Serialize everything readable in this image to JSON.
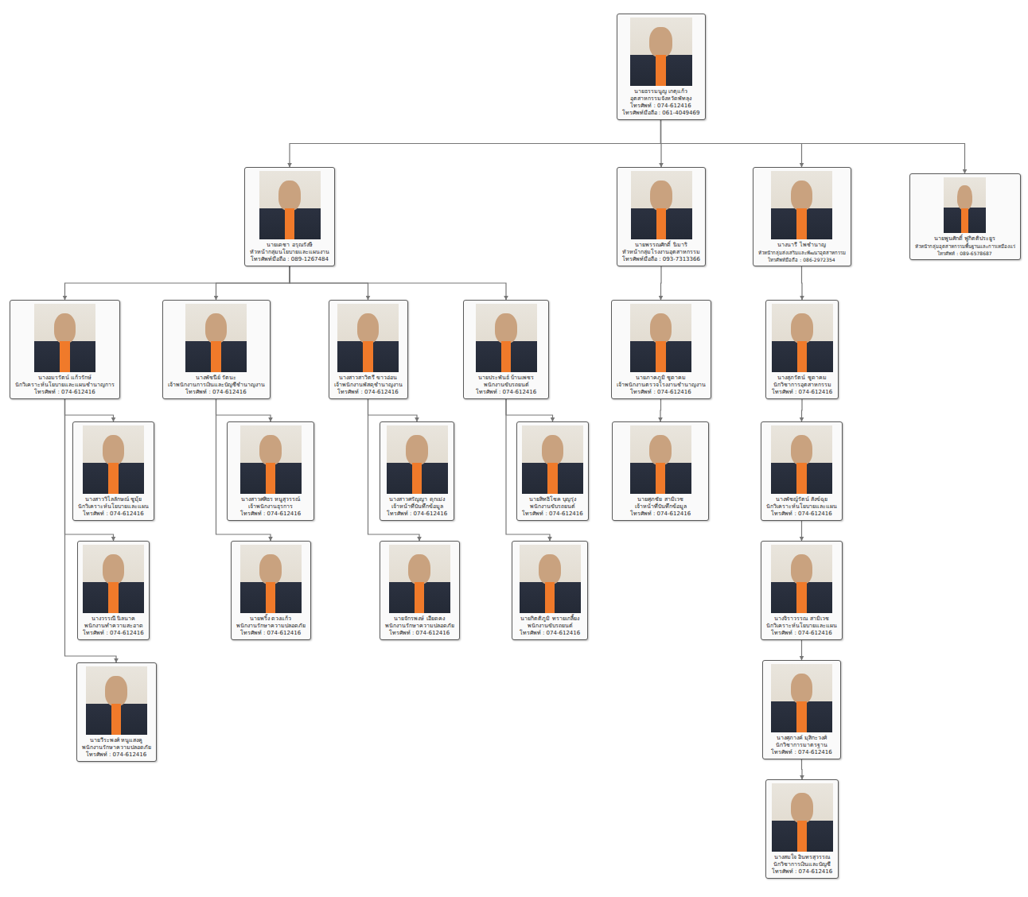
{
  "diagram": {
    "nodes": [
      {
        "text": [
          "นายธรรมนูญ เกตุแก้ว",
          "อุตสาหกรรมจังหวัดพัทลุง",
          "โทรศัพท์ : 074-612416",
          "โทรศัพท์มือถือ : 061-4049469"
        ]
      },
      {
        "text": [
          "นายเดชา อรุณรังษี",
          "หัวหน้ากลุ่มนโยบายและแผนงาน",
          "โทรศัพท์มือถือ : 089-1267484"
        ]
      },
      {
        "text": [
          "นายพรรณศักดิ์ นิมาริ",
          "หัวหน้ากลุ่มโรงงานอุตสาหกรรม",
          "โทรศัพท์มือถือ : 093-7313366"
        ]
      },
      {
        "text": [
          "นางนารี ไพชำนาญ",
          "หัวหน้ากลุ่มส่งเสริมและพัฒนาอุตสาหกรรม",
          "โทรศัพท์มือถือ : 086-2972354"
        ]
      },
      {
        "text": [
          "นายพูนศักดิ์ ฟูกิตติประยูร",
          "หัวหน้ากลุ่มอุตสาหกรรมพื้นฐานและการเหมืองแร่",
          "โทรศัพท์ : 089-6578687"
        ]
      },
      {
        "text": [
          "นางอมรรัตน์ แก้วรักษ์",
          "นักวิเคราะห์นโยบายและแผนชำนาญการ",
          "โทรศัพท์ : 074-612416"
        ]
      },
      {
        "text": [
          "นางสาววิไลลักษณ์ ชูมุ้ย",
          "นักวิเคราะห์นโยบายและแผน",
          "โทรศัพท์ : 074-612416"
        ]
      },
      {
        "text": [
          "นางวรรณี นิลนาค",
          "พนักงานทำความสะอาด",
          "โทรศัพท์ : 074-612416"
        ]
      },
      {
        "text": [
          "นายวีระพงศ์ หนูแสงคู",
          "พนักงานรักษาความปลอดภัย",
          "โทรศัพท์ : 074-612416"
        ]
      },
      {
        "text": [
          "นางพัชนีย์ รัตนะ",
          "เจ้าพนักงานการเงินและบัญชีชำนาญงาน",
          "โทรศัพท์ : 074-612416"
        ]
      },
      {
        "text": [
          "นางสาวศศิธร หนูสุวรรณ์",
          "เจ้าพนักงานธุรการ",
          "โทรศัพท์ : 074-612416"
        ]
      },
      {
        "text": [
          "นายพริ้ง ดวงแก้ว",
          "พนักงานรักษาความปลอดภัย",
          "โทรศัพท์ : 074-612416"
        ]
      },
      {
        "text": [
          "นางสาวสาวิตรี ขาวอ่อน",
          "เจ้าพนักงานพัสดุชำนาญงาน",
          "โทรศัพท์ : 074-612416"
        ]
      },
      {
        "text": [
          "นางสาวศรัญญา ดุกเม่ง",
          "เจ้าหน้าที่บันทึกข้อมูล",
          "โทรศัพท์ : 074-612416"
        ]
      },
      {
        "text": [
          "นายจักรพงษ์ เอียดคง",
          "พนักงานรักษาความปลอดภัย",
          "โทรศัพท์ : 074-612416"
        ]
      },
      {
        "text": [
          "นายประพันธ์ บ้านเพชร",
          "พนักงานขับรถยนต์",
          "โทรศัพท์ : 074-612416"
        ]
      },
      {
        "text": [
          "นายสิทธิโชค บุญรุ่ง",
          "พนักงานขับรถยนต์",
          "โทรศัพท์ : 074-612416"
        ]
      },
      {
        "text": [
          "นายกิตติภูมิ ทรายเกลี้ยง",
          "พนักงานขับรถยนต์",
          "โทรศัพท์ : 074-612416"
        ]
      },
      {
        "text": [
          "นายภาคภูมิ ชูดาคม",
          "เจ้าพนักงานตรวจโรงงานชำนาญงาน",
          "โทรศัพท์ : 074-612416"
        ]
      },
      {
        "text": [
          "นายศุภชัย สามิเวช",
          "เจ้าหน้าที่บันทึกข้อมูล",
          "โทรศัพท์ : 074-612416"
        ]
      },
      {
        "text": [
          "นางสุภรัตน์ ชูดาคม",
          "นักวิชาการอุตสาหกรรม",
          "โทรศัพท์ : 074-612416"
        ]
      },
      {
        "text": [
          "นางพัชญ์รัตน์ สังข์ฉุย",
          "นักวิเคราะห์นโยบายและแผน",
          "โทรศัพท์ : 074-612416"
        ]
      },
      {
        "text": [
          "นางจิราวรรณ สามิเวช",
          "นักวิเคราะห์นโยบายและแผน",
          "โทรศัพท์ : 074-612416"
        ]
      },
      {
        "text": [
          "นางศุภางค์ มุสิกะวงศ์",
          "นักวิชาการมาตรฐาน",
          "โทรศัพท์ : 074-612416"
        ]
      },
      {
        "text": [
          "นางสมใจ อินทรสุวรรณ",
          "นักวิชาการเงินและบัญชี",
          "โทรศัพท์ : 074-612416"
        ]
      }
    ],
    "edges": [
      {
        "from": 0,
        "to": 1,
        "arrow": "to"
      },
      {
        "from": 0,
        "to": 2,
        "arrow": "to"
      },
      {
        "from": 0,
        "to": 3,
        "arrow": "to"
      },
      {
        "from": 0,
        "to": 4,
        "arrow": "to"
      },
      {
        "from": 1,
        "to": 5,
        "arrow": "to"
      },
      {
        "from": 1,
        "to": 9,
        "arrow": "to"
      },
      {
        "from": 1,
        "to": 12,
        "arrow": "to"
      },
      {
        "from": 1,
        "to": 15,
        "arrow": "to"
      },
      {
        "from": 5,
        "to": 6,
        "arrow": "to"
      },
      {
        "from": 5,
        "to": 7,
        "arrow": "to"
      },
      {
        "from": 5,
        "to": 8,
        "arrow": "to"
      },
      {
        "from": 9,
        "to": 10,
        "arrow": "to"
      },
      {
        "from": 9,
        "to": 11,
        "arrow": "to"
      },
      {
        "from": 12,
        "to": 13,
        "arrow": "to"
      },
      {
        "from": 12,
        "to": 14,
        "arrow": "to"
      },
      {
        "from": 15,
        "to": 16,
        "arrow": "to"
      },
      {
        "from": 15,
        "to": 17,
        "arrow": "to"
      },
      {
        "from": 2,
        "to": 18,
        "arrow": "to"
      },
      {
        "from": 18,
        "to": 19,
        "arrow": "to"
      },
      {
        "from": 3,
        "to": 20,
        "arrow": "to"
      },
      {
        "from": 20,
        "to": 21,
        "arrow": "to"
      },
      {
        "from": 21,
        "to": 22,
        "arrow": "to"
      },
      {
        "from": 22,
        "to": 23,
        "arrow": "to"
      },
      {
        "from": 23,
        "to": 24,
        "arrow": "to"
      }
    ]
  }
}
